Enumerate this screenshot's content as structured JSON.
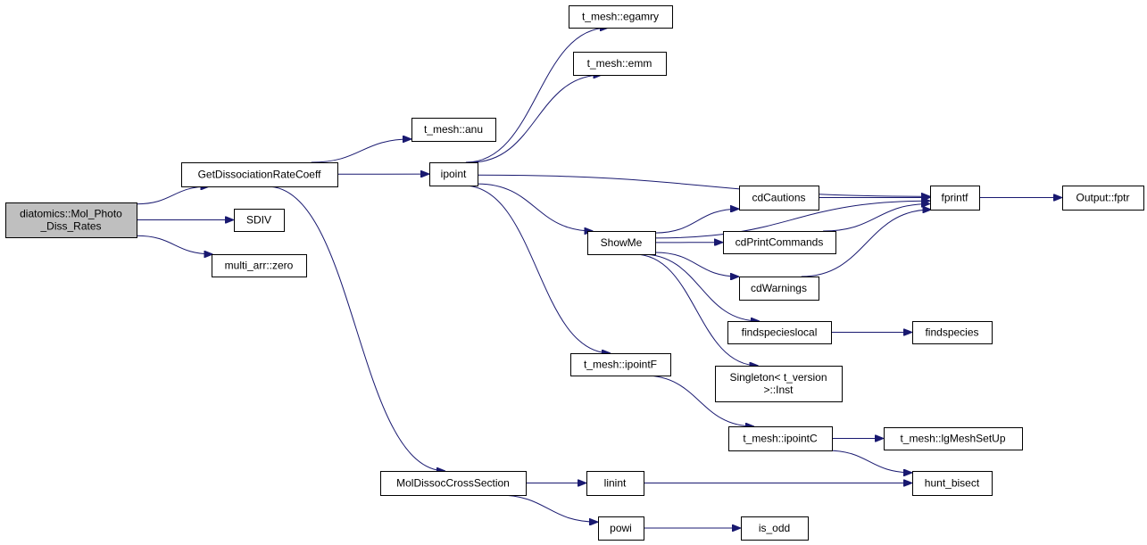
{
  "diagram": {
    "nodes": [
      {
        "id": "root",
        "lines": [
          "diatomics::Mol_Photo",
          "_Diss_Rates"
        ],
        "root": true
      },
      {
        "id": "getdiss",
        "lines": [
          "GetDissociationRateCoeff"
        ]
      },
      {
        "id": "sdiv",
        "lines": [
          "SDIV"
        ]
      },
      {
        "id": "zero",
        "lines": [
          "multi_arr::zero"
        ]
      },
      {
        "id": "anu",
        "lines": [
          "t_mesh::anu"
        ]
      },
      {
        "id": "ipoint",
        "lines": [
          "ipoint"
        ]
      },
      {
        "id": "egamry",
        "lines": [
          "t_mesh::egamry"
        ]
      },
      {
        "id": "emm",
        "lines": [
          "t_mesh::emm"
        ]
      },
      {
        "id": "showme",
        "lines": [
          "ShowMe"
        ]
      },
      {
        "id": "ipointf",
        "lines": [
          "t_mesh::ipointF"
        ]
      },
      {
        "id": "cdcautions",
        "lines": [
          "cdCautions"
        ]
      },
      {
        "id": "cdprint",
        "lines": [
          "cdPrintCommands"
        ]
      },
      {
        "id": "cdwarnings",
        "lines": [
          "cdWarnings"
        ]
      },
      {
        "id": "findlocal",
        "lines": [
          "findspecieslocal"
        ]
      },
      {
        "id": "singleton",
        "lines": [
          "Singleton< t_version",
          ">::Inst"
        ]
      },
      {
        "id": "fprintf",
        "lines": [
          "fprintf"
        ]
      },
      {
        "id": "fptr",
        "lines": [
          "Output::fptr"
        ]
      },
      {
        "id": "findspecies",
        "lines": [
          "findspecies"
        ]
      },
      {
        "id": "ipointc",
        "lines": [
          "t_mesh::ipointC"
        ]
      },
      {
        "id": "lgmesh",
        "lines": [
          "t_mesh::lgMeshSetUp"
        ]
      },
      {
        "id": "molcross",
        "lines": [
          "MolDissocCrossSection"
        ]
      },
      {
        "id": "linint",
        "lines": [
          "linint"
        ]
      },
      {
        "id": "hunt",
        "lines": [
          "hunt_bisect"
        ]
      },
      {
        "id": "powi",
        "lines": [
          "powi"
        ]
      },
      {
        "id": "isodd",
        "lines": [
          "is_odd"
        ]
      }
    ],
    "edges": [
      {
        "from": "root",
        "to": "getdiss"
      },
      {
        "from": "root",
        "to": "sdiv"
      },
      {
        "from": "root",
        "to": "zero"
      },
      {
        "from": "getdiss",
        "to": "anu"
      },
      {
        "from": "getdiss",
        "to": "ipoint"
      },
      {
        "from": "getdiss",
        "to": "molcross"
      },
      {
        "from": "ipoint",
        "to": "egamry"
      },
      {
        "from": "ipoint",
        "to": "emm"
      },
      {
        "from": "ipoint",
        "to": "fprintf"
      },
      {
        "from": "ipoint",
        "to": "showme"
      },
      {
        "from": "ipoint",
        "to": "ipointf"
      },
      {
        "from": "showme",
        "to": "fprintf"
      },
      {
        "from": "showme",
        "to": "cdcautions"
      },
      {
        "from": "showme",
        "to": "cdprint"
      },
      {
        "from": "showme",
        "to": "cdwarnings"
      },
      {
        "from": "showme",
        "to": "findlocal"
      },
      {
        "from": "showme",
        "to": "singleton"
      },
      {
        "from": "cdcautions",
        "to": "fprintf"
      },
      {
        "from": "cdprint",
        "to": "fprintf"
      },
      {
        "from": "cdwarnings",
        "to": "fprintf"
      },
      {
        "from": "fprintf",
        "to": "fptr"
      },
      {
        "from": "findlocal",
        "to": "findspecies"
      },
      {
        "from": "ipointf",
        "to": "ipointc"
      },
      {
        "from": "ipointc",
        "to": "lgmesh"
      },
      {
        "from": "ipointc",
        "to": "hunt"
      },
      {
        "from": "molcross",
        "to": "linint"
      },
      {
        "from": "molcross",
        "to": "powi"
      },
      {
        "from": "linint",
        "to": "hunt"
      },
      {
        "from": "powi",
        "to": "isodd"
      }
    ]
  }
}
